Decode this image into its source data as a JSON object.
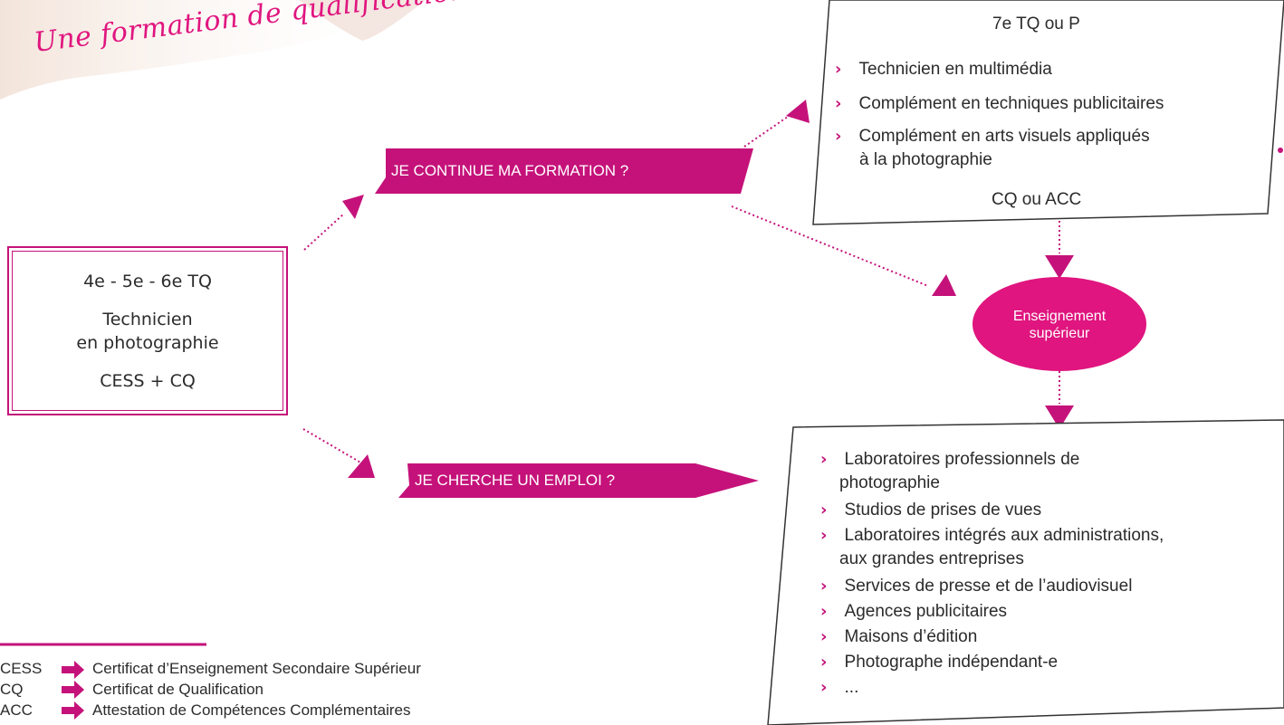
{
  "title": "Une formation de qualification technique",
  "source_box": {
    "years": "4e - 5e - 6e TQ",
    "program_line1": "Technicien",
    "program_line2": "en photographie",
    "diploma": "CESS + CQ"
  },
  "branches": {
    "continue_label": "JE CONTINUE MA FORMATION ?",
    "job_label": "JE CHERCHE UN EMPLOI ?"
  },
  "further_training": {
    "header": "7e TQ ou P",
    "items": [
      "Technicien en multimédia",
      "Complément en techniques publicitaires",
      "Complément en arts visuels appliqués",
      "à la photographie"
    ],
    "certificate": "CQ ou ACC"
  },
  "higher_education": {
    "line1": "Enseignement",
    "line2": "supérieur"
  },
  "jobs": {
    "items": [
      "Laboratoires professionnels de",
      "photographie",
      "Studios de prises de vues",
      "Laboratoires intégrés aux administrations,",
      "aux grandes entreprises",
      "Services de presse et de l’audiovisuel",
      "Agences publicitaires",
      "Maisons d’édition",
      "Photographe indépendant-e",
      "..."
    ]
  },
  "legend": [
    {
      "abbr": "CESS",
      "meaning": "Certificat d’Enseignement Secondaire Supérieur"
    },
    {
      "abbr": "CQ",
      "meaning": "Certificat de Qualification"
    },
    {
      "abbr": "ACC",
      "meaning": "Attestation de Compétences Complémentaires"
    }
  ],
  "colors": {
    "accent": "#c5127a",
    "accent_light": "#e0157f",
    "text": "#2b2b2b"
  }
}
